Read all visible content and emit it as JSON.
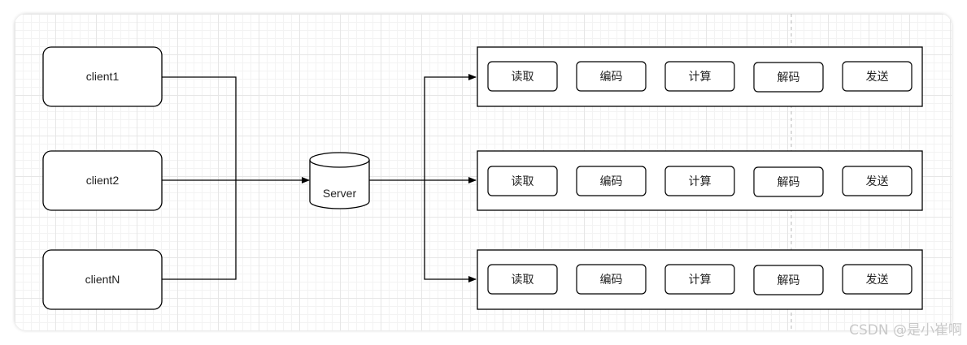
{
  "clients": [
    "client1",
    "client2",
    "clientN"
  ],
  "server": {
    "label": "Server"
  },
  "pipelines": [
    {
      "tasks": [
        "读取",
        "编码",
        "计算",
        "解码",
        "发送"
      ]
    },
    {
      "tasks": [
        "读取",
        "编码",
        "计算",
        "解码",
        "发送"
      ]
    },
    {
      "tasks": [
        "读取",
        "编码",
        "计算",
        "解码",
        "发送"
      ]
    }
  ],
  "watermark": "CSDN @是小崔啊",
  "colors": {
    "stroke": "#000000",
    "grid": "#e6e6e6",
    "divider": "#b8b8b8"
  }
}
